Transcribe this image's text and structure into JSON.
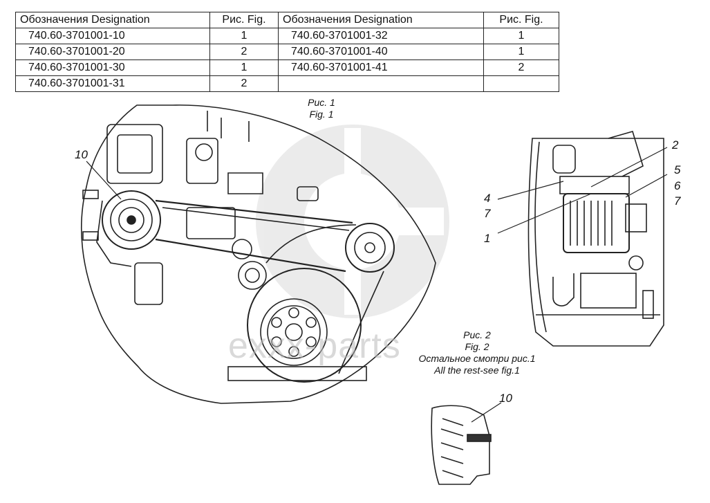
{
  "table": {
    "headers": [
      "Обозначения  Designation",
      "Рис. Fig.",
      "Обозначения  Designation",
      "Рис. Fig."
    ],
    "rows": [
      [
        "740.60-3701001-10",
        "1",
        "740.60-3701001-32",
        "1"
      ],
      [
        "740.60-3701001-20",
        "2",
        "740.60-3701001-40",
        "1"
      ],
      [
        "740.60-3701001-30",
        "1",
        "740.60-3701001-41",
        "2"
      ],
      [
        "740.60-3701001-31",
        "2",
        "",
        ""
      ]
    ]
  },
  "fig1": {
    "caption_ru": "Рис. 1",
    "caption_en": "Fig. 1",
    "callouts": [
      "10"
    ]
  },
  "fig2": {
    "caption_ru": "Рис. 2",
    "caption_en": "Fig. 2",
    "note_ru": "Остальное смотри рис.1",
    "note_en": "All the rest-see fig.1",
    "callouts": [
      "2",
      "5",
      "6",
      "7",
      "4",
      "7",
      "1"
    ]
  },
  "detail": {
    "callouts": [
      "10"
    ]
  },
  "watermark": "exxx-parts"
}
